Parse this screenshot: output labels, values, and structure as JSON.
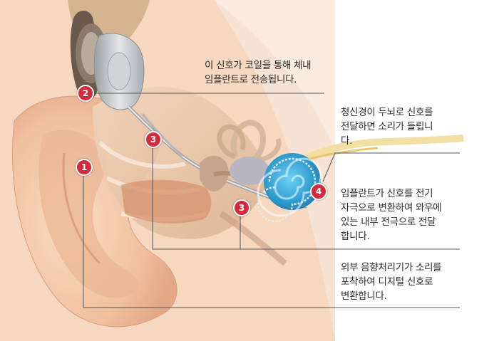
{
  "callouts": [
    {
      "number": "1",
      "lines": [
        "외부 음향처리기가 소리를",
        "포착하여 디지털 신호로",
        "변환합니다."
      ]
    },
    {
      "number": "2",
      "lines": [
        "이 신호가 코일을 통해 체내",
        "임플란트로 전송됩니다."
      ]
    },
    {
      "number": "3",
      "lines": [
        "임플란트가 신호를 전기",
        "자극으로 변환하여 와우에",
        "있는 내부 전극으로 전달",
        "합니다."
      ]
    },
    {
      "number": "4",
      "lines": [
        "청신경이 두뇌로 신호를",
        "전달하면 소리가 들립니",
        "다."
      ]
    }
  ],
  "colors": {
    "marker": "#d42a3c",
    "skin": "#f3c9a8",
    "skin_dark": "#e0a583",
    "cochlea": "#3aa7d6",
    "device": "#bfc3c6",
    "leader_line": "#555555"
  }
}
